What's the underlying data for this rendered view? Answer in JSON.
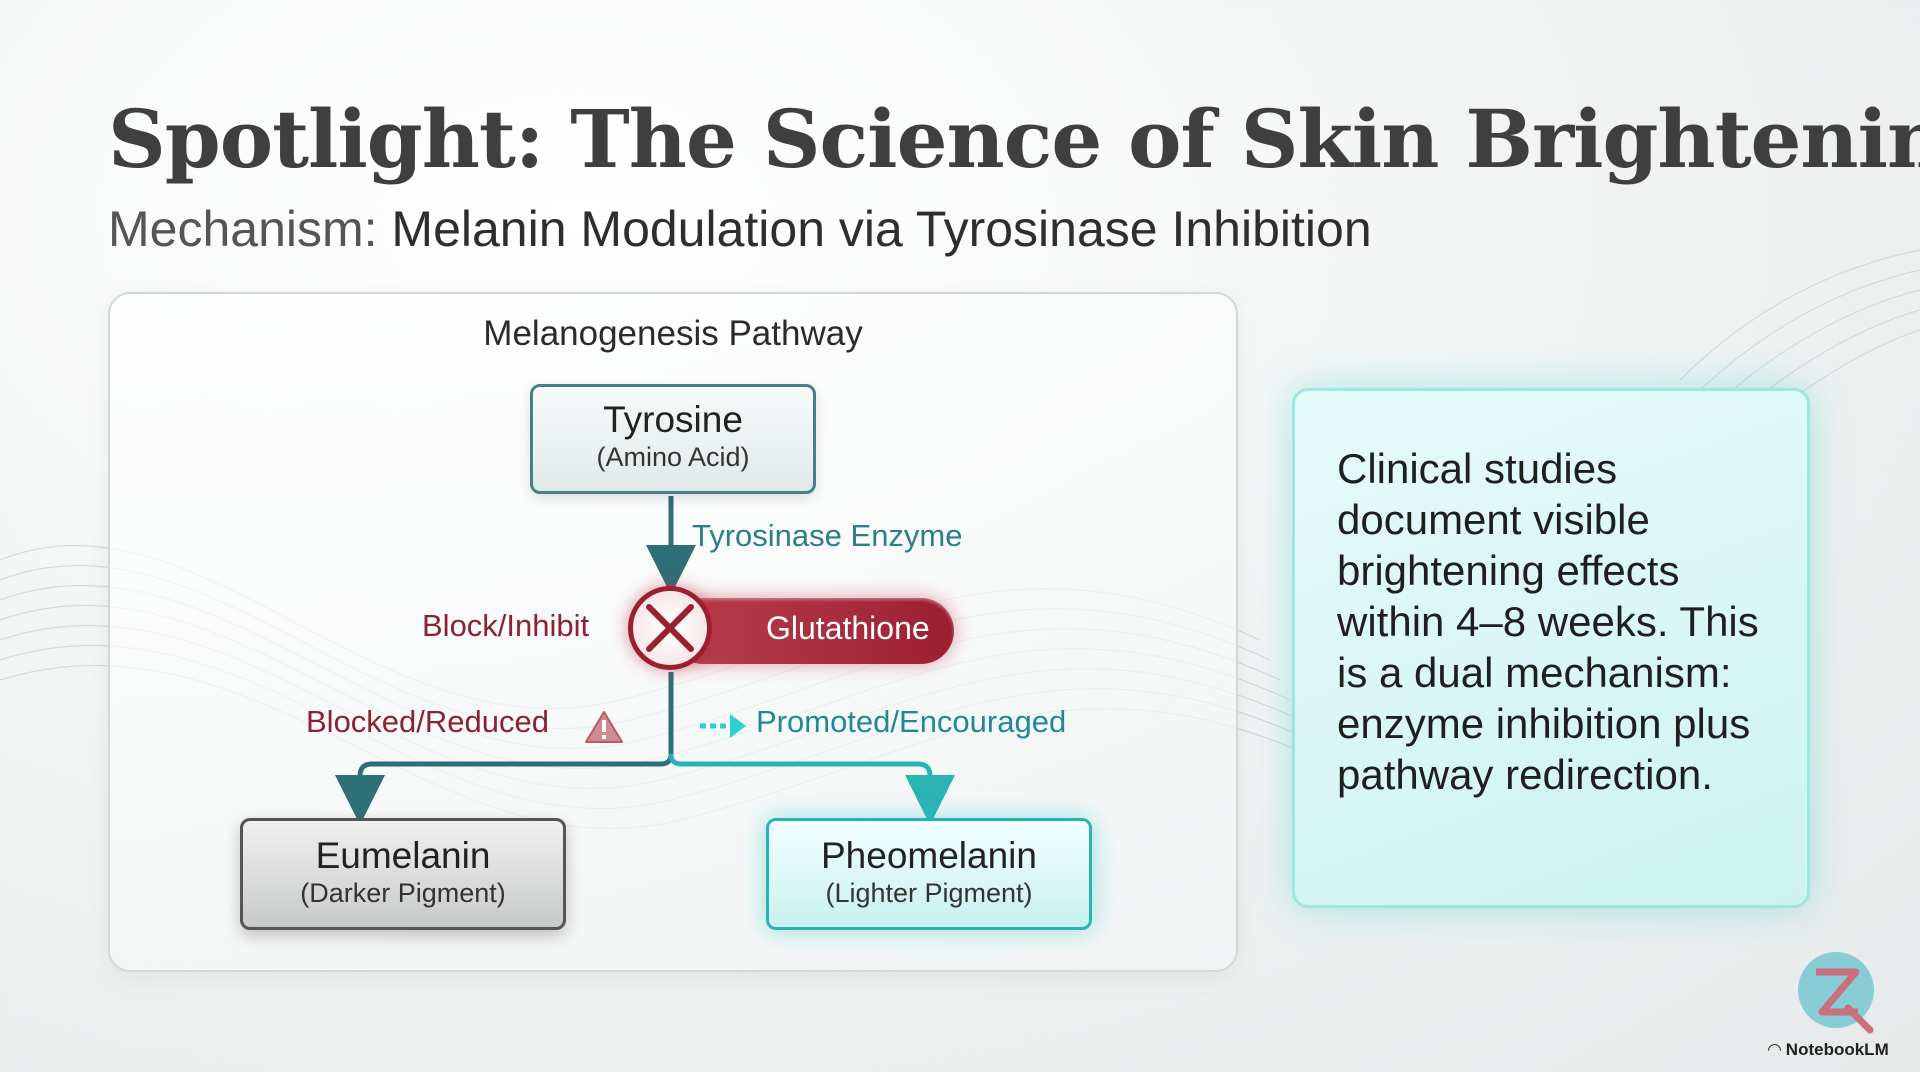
{
  "header": {
    "title": "Spotlight: The Science of Skin Brightening",
    "subtitle_lead": "Mechanism:",
    "subtitle_rest": " Melanin Modulation via Tyrosinase Inhibition"
  },
  "diagram": {
    "title": "Melanogenesis Pathway",
    "source": {
      "name": "Tyrosine",
      "sub": "(Amino Acid)"
    },
    "enzyme_label": "Tyrosinase Enzyme",
    "inhibitor": {
      "action": "Block/Inhibit",
      "name": "Glutathione"
    },
    "left_branch_label": "Blocked/Reduced",
    "right_branch_label": "Promoted/Encouraged",
    "left_product": {
      "name": "Eumelanin",
      "sub": "(Darker Pigment)"
    },
    "right_product": {
      "name": "Pheomelanin",
      "sub": "(Lighter Pigment)"
    }
  },
  "card": {
    "text": "Clinical studies document visible brightening effects within 4–8 weeks. This is a dual mechanism: enzyme inhibition plus pathway redirection."
  },
  "branding": {
    "name": "NotebookLM"
  },
  "colors": {
    "teal": "#2f7d88",
    "accent_red": "#9c1f30",
    "cyan_glow": "#2bb3b3"
  }
}
